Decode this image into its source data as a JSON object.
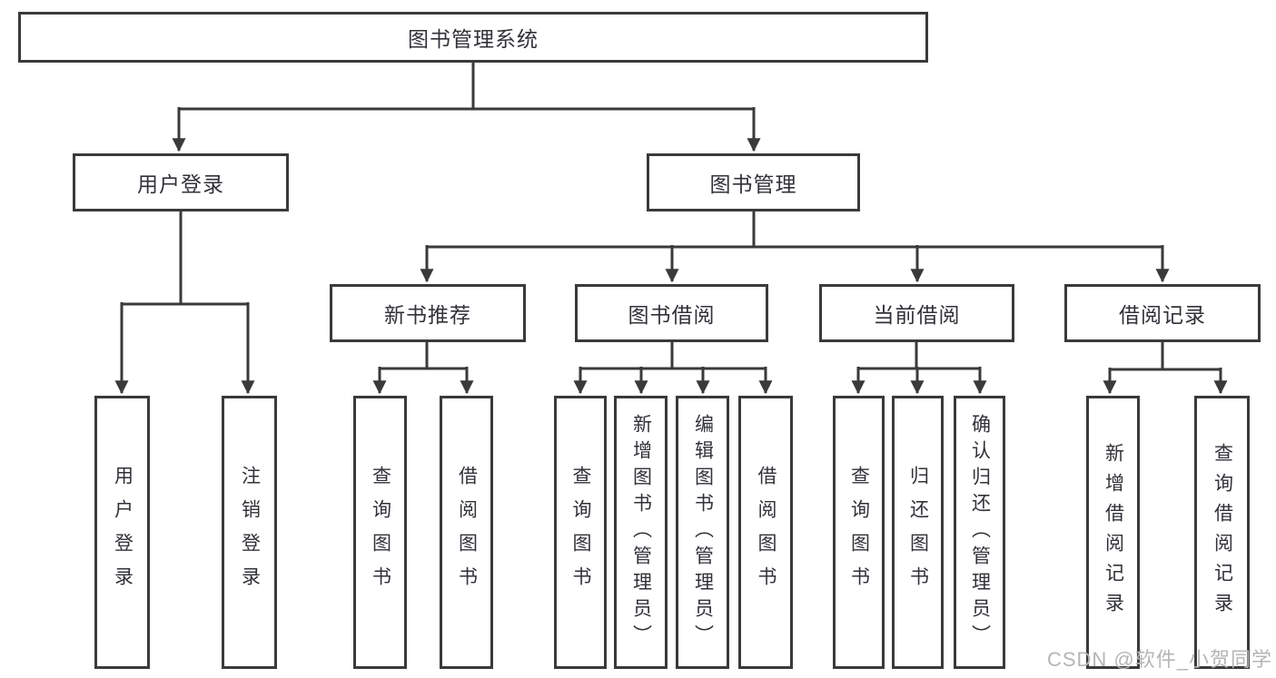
{
  "root": {
    "label": "图书管理系统"
  },
  "branches": [
    {
      "label": "用户登录",
      "children": [
        {
          "label": "用户登录"
        },
        {
          "label": "注销登录"
        }
      ]
    },
    {
      "label": "图书管理",
      "children": [
        {
          "label": "新书推荐",
          "children": [
            {
              "label": "查询图书"
            },
            {
              "label": "借阅图书"
            }
          ]
        },
        {
          "label": "图书借阅",
          "children": [
            {
              "label": "查询图书"
            },
            {
              "label": "新增图书（管理员）"
            },
            {
              "label": "编辑图书（管理员）"
            },
            {
              "label": "借阅图书"
            }
          ]
        },
        {
          "label": "当前借阅",
          "children": [
            {
              "label": "查询图书"
            },
            {
              "label": "归还图书"
            },
            {
              "label": "确认归还（管理员）"
            }
          ]
        },
        {
          "label": "借阅记录",
          "children": [
            {
              "label": "新增借阅记录"
            },
            {
              "label": "查询借阅记录"
            }
          ]
        }
      ]
    }
  ],
  "watermark": "CSDN @软件_小贺同学",
  "colors": {
    "line": "#3a3a3c",
    "box_border": "#3a3a3c",
    "text": "#303238",
    "watermark": "#b5b5b5",
    "background": "#ffffff"
  }
}
